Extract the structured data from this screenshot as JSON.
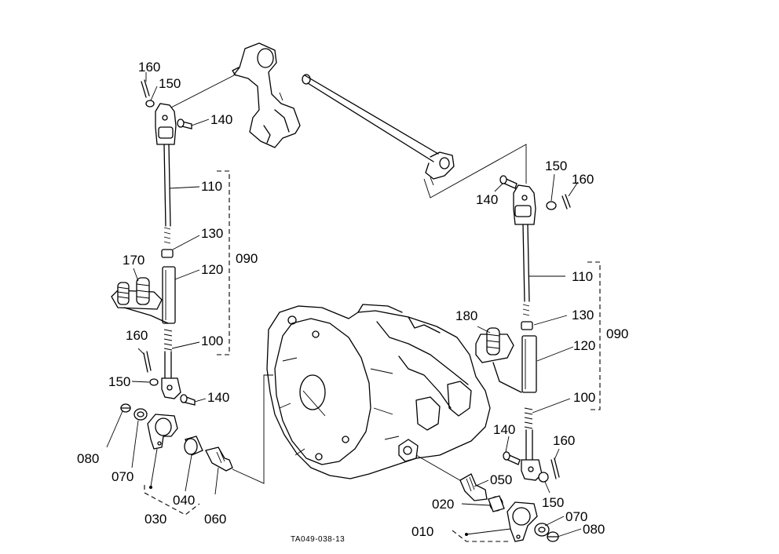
{
  "figure_code": "TA049-038-13",
  "labels": {
    "l160a": "160",
    "l150a": "150",
    "l140a": "140",
    "l110a": "110",
    "l130a": "130",
    "l090a": "090",
    "l170": "170",
    "l120a": "120",
    "l100a": "100",
    "l160b": "160",
    "l150b": "150",
    "l140b": "140",
    "l080a": "080",
    "l070a": "070",
    "l040": "040",
    "l030": "030",
    "l060": "060",
    "l150c": "150",
    "l160c": "160",
    "l140c": "140",
    "l110b": "110",
    "l130b": "130",
    "l090b": "090",
    "l180": "180",
    "l120b": "120",
    "l100b": "100",
    "l140d": "140",
    "l160d": "160",
    "l050": "050",
    "l020": "020",
    "l150d": "150",
    "l010": "010",
    "l070b": "070",
    "l080b": "080"
  }
}
